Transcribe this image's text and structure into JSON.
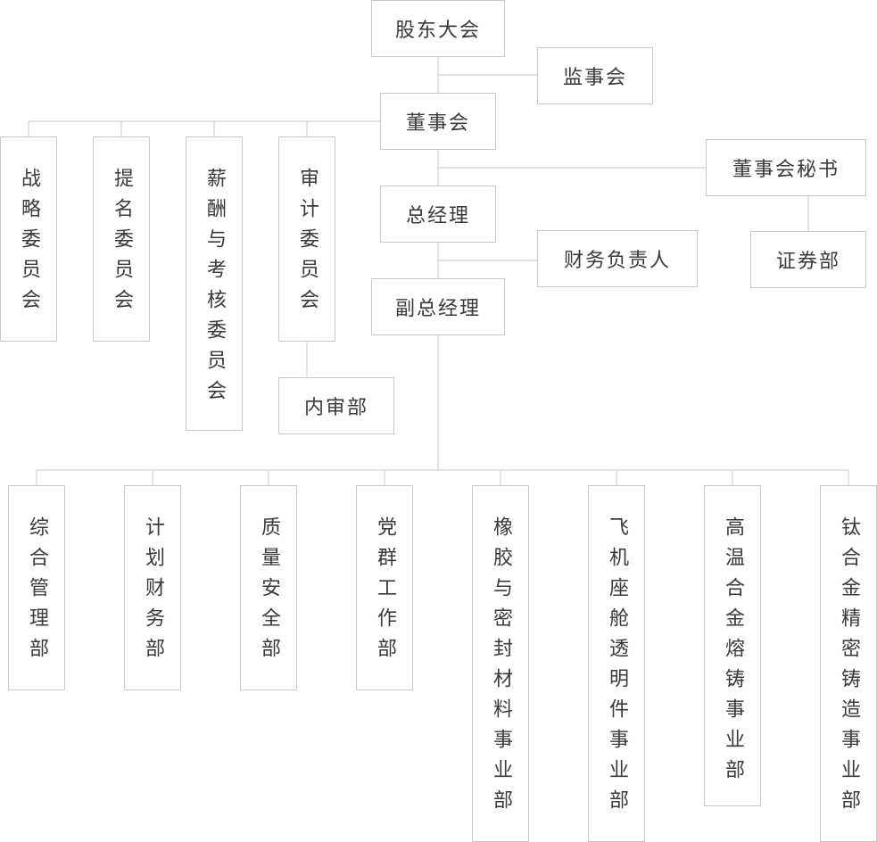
{
  "title": "",
  "nodes": {
    "shareholders": "股东大会",
    "supervisors": "监事会",
    "board": "董事会",
    "board_secretary": "董事会秘书",
    "securities_dept": "证券部",
    "general_manager": "总经理",
    "cfo": "财务负责人",
    "deputy_gm": "副总经理",
    "internal_audit": "内审部"
  },
  "committees": [
    "战略委员会",
    "提名委员会",
    "薪酬与考核委员会",
    "审计委员会"
  ],
  "departments": [
    "综合管理部",
    "计划财务部",
    "质量安全部",
    "党群工作部",
    "橡胶与密封材料事业部",
    "飞机座舱透明件事业部",
    "高温合金熔铸事业部",
    "钛合金精密铸造事业部"
  ]
}
